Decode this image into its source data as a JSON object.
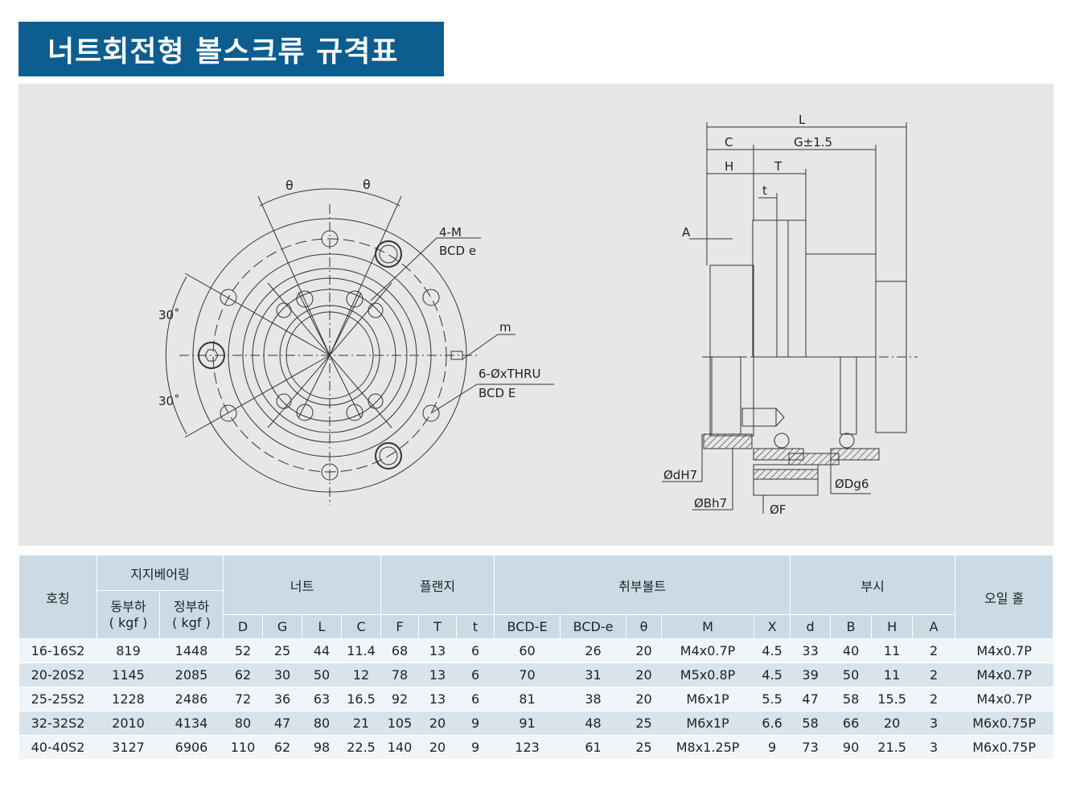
{
  "title": "너트회전형 볼스크류 규격표",
  "drawing_labels": {
    "theta": "θ",
    "thirty": "30˚",
    "four_m": "4-M",
    "bcd_e_small": "BCD e",
    "m": "m",
    "six_thru": "6-ØxTHRU",
    "bcd_e_big": "BCD E",
    "L": "L",
    "C": "C",
    "G": "G±1.5",
    "H": "H",
    "T": "T",
    "t": "t",
    "A": "A",
    "dH7": "ØdH7",
    "Bh7": "ØBh7",
    "F": "ØF",
    "Dg6": "ØDg6"
  },
  "table": {
    "group_headers": {
      "name": "호칭",
      "support_bearing": "지지베어링",
      "nut": "너트",
      "flange": "플랜지",
      "mount_bolt": "취부볼트",
      "bush": "부시",
      "oil_hole": "오일 홀"
    },
    "bearing_sub": {
      "dynamic": "동부하",
      "static": "정부하",
      "unit": "( kgf )"
    },
    "columns": [
      "D",
      "G",
      "L",
      "C",
      "F",
      "T",
      "t",
      "BCD-E",
      "BCD-e",
      "θ",
      "M",
      "X",
      "d",
      "B",
      "H",
      "A"
    ],
    "rows": [
      [
        "16-16S2",
        "819",
        "1448",
        "52",
        "25",
        "44",
        "11.4",
        "68",
        "13",
        "6",
        "60",
        "26",
        "20",
        "M4x0.7P",
        "4.5",
        "33",
        "40",
        "11",
        "2",
        "M4x0.7P"
      ],
      [
        "20-20S2",
        "1145",
        "2085",
        "62",
        "30",
        "50",
        "12",
        "78",
        "13",
        "6",
        "70",
        "31",
        "20",
        "M5x0.8P",
        "4.5",
        "39",
        "50",
        "11",
        "2",
        "M4x0.7P"
      ],
      [
        "25-25S2",
        "1228",
        "2486",
        "72",
        "36",
        "63",
        "16.5",
        "92",
        "13",
        "6",
        "81",
        "38",
        "20",
        "M6x1P",
        "5.5",
        "47",
        "58",
        "15.5",
        "2",
        "M4x0.7P"
      ],
      [
        "32-32S2",
        "2010",
        "4134",
        "80",
        "47",
        "80",
        "21",
        "105",
        "20",
        "9",
        "91",
        "48",
        "25",
        "M6x1P",
        "6.6",
        "58",
        "66",
        "20",
        "3",
        "M6x0.75P"
      ],
      [
        "40-40S2",
        "3127",
        "6906",
        "110",
        "62",
        "98",
        "22.5",
        "140",
        "20",
        "9",
        "123",
        "61",
        "25",
        "M8x1.25P",
        "9",
        "73",
        "90",
        "21.5",
        "3",
        "M6x0.75P"
      ]
    ]
  }
}
